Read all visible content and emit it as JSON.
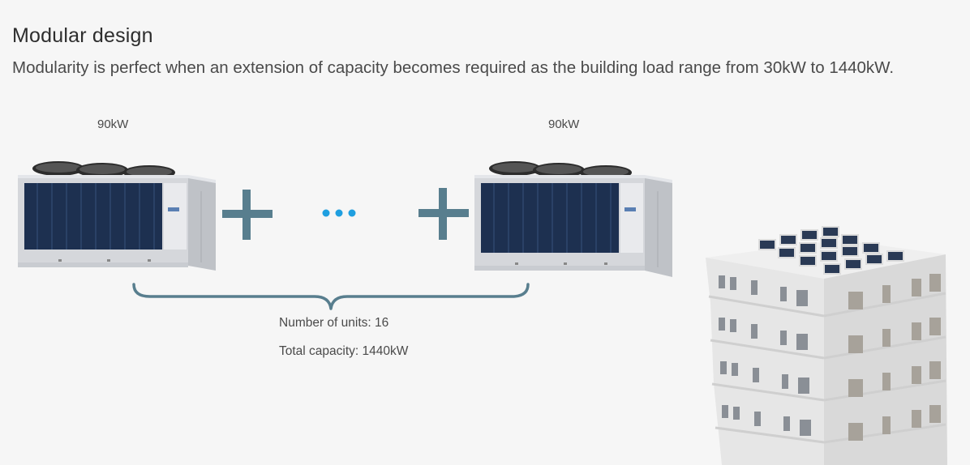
{
  "section": {
    "title": "Modular design",
    "description": "Modularity is perfect when an extension of capacity becomes required as the building load range from 30kW to 1440kW."
  },
  "diagram": {
    "unit_left_capacity": "90kW",
    "unit_right_capacity": "90kW",
    "units_label": "Number of units: 16",
    "total_label": "Total capacity: 1440kW"
  },
  "colors": {
    "accent_teal": "#587e8e",
    "dots_blue": "#1f9fe0",
    "panel_blue": "#1d3050"
  }
}
